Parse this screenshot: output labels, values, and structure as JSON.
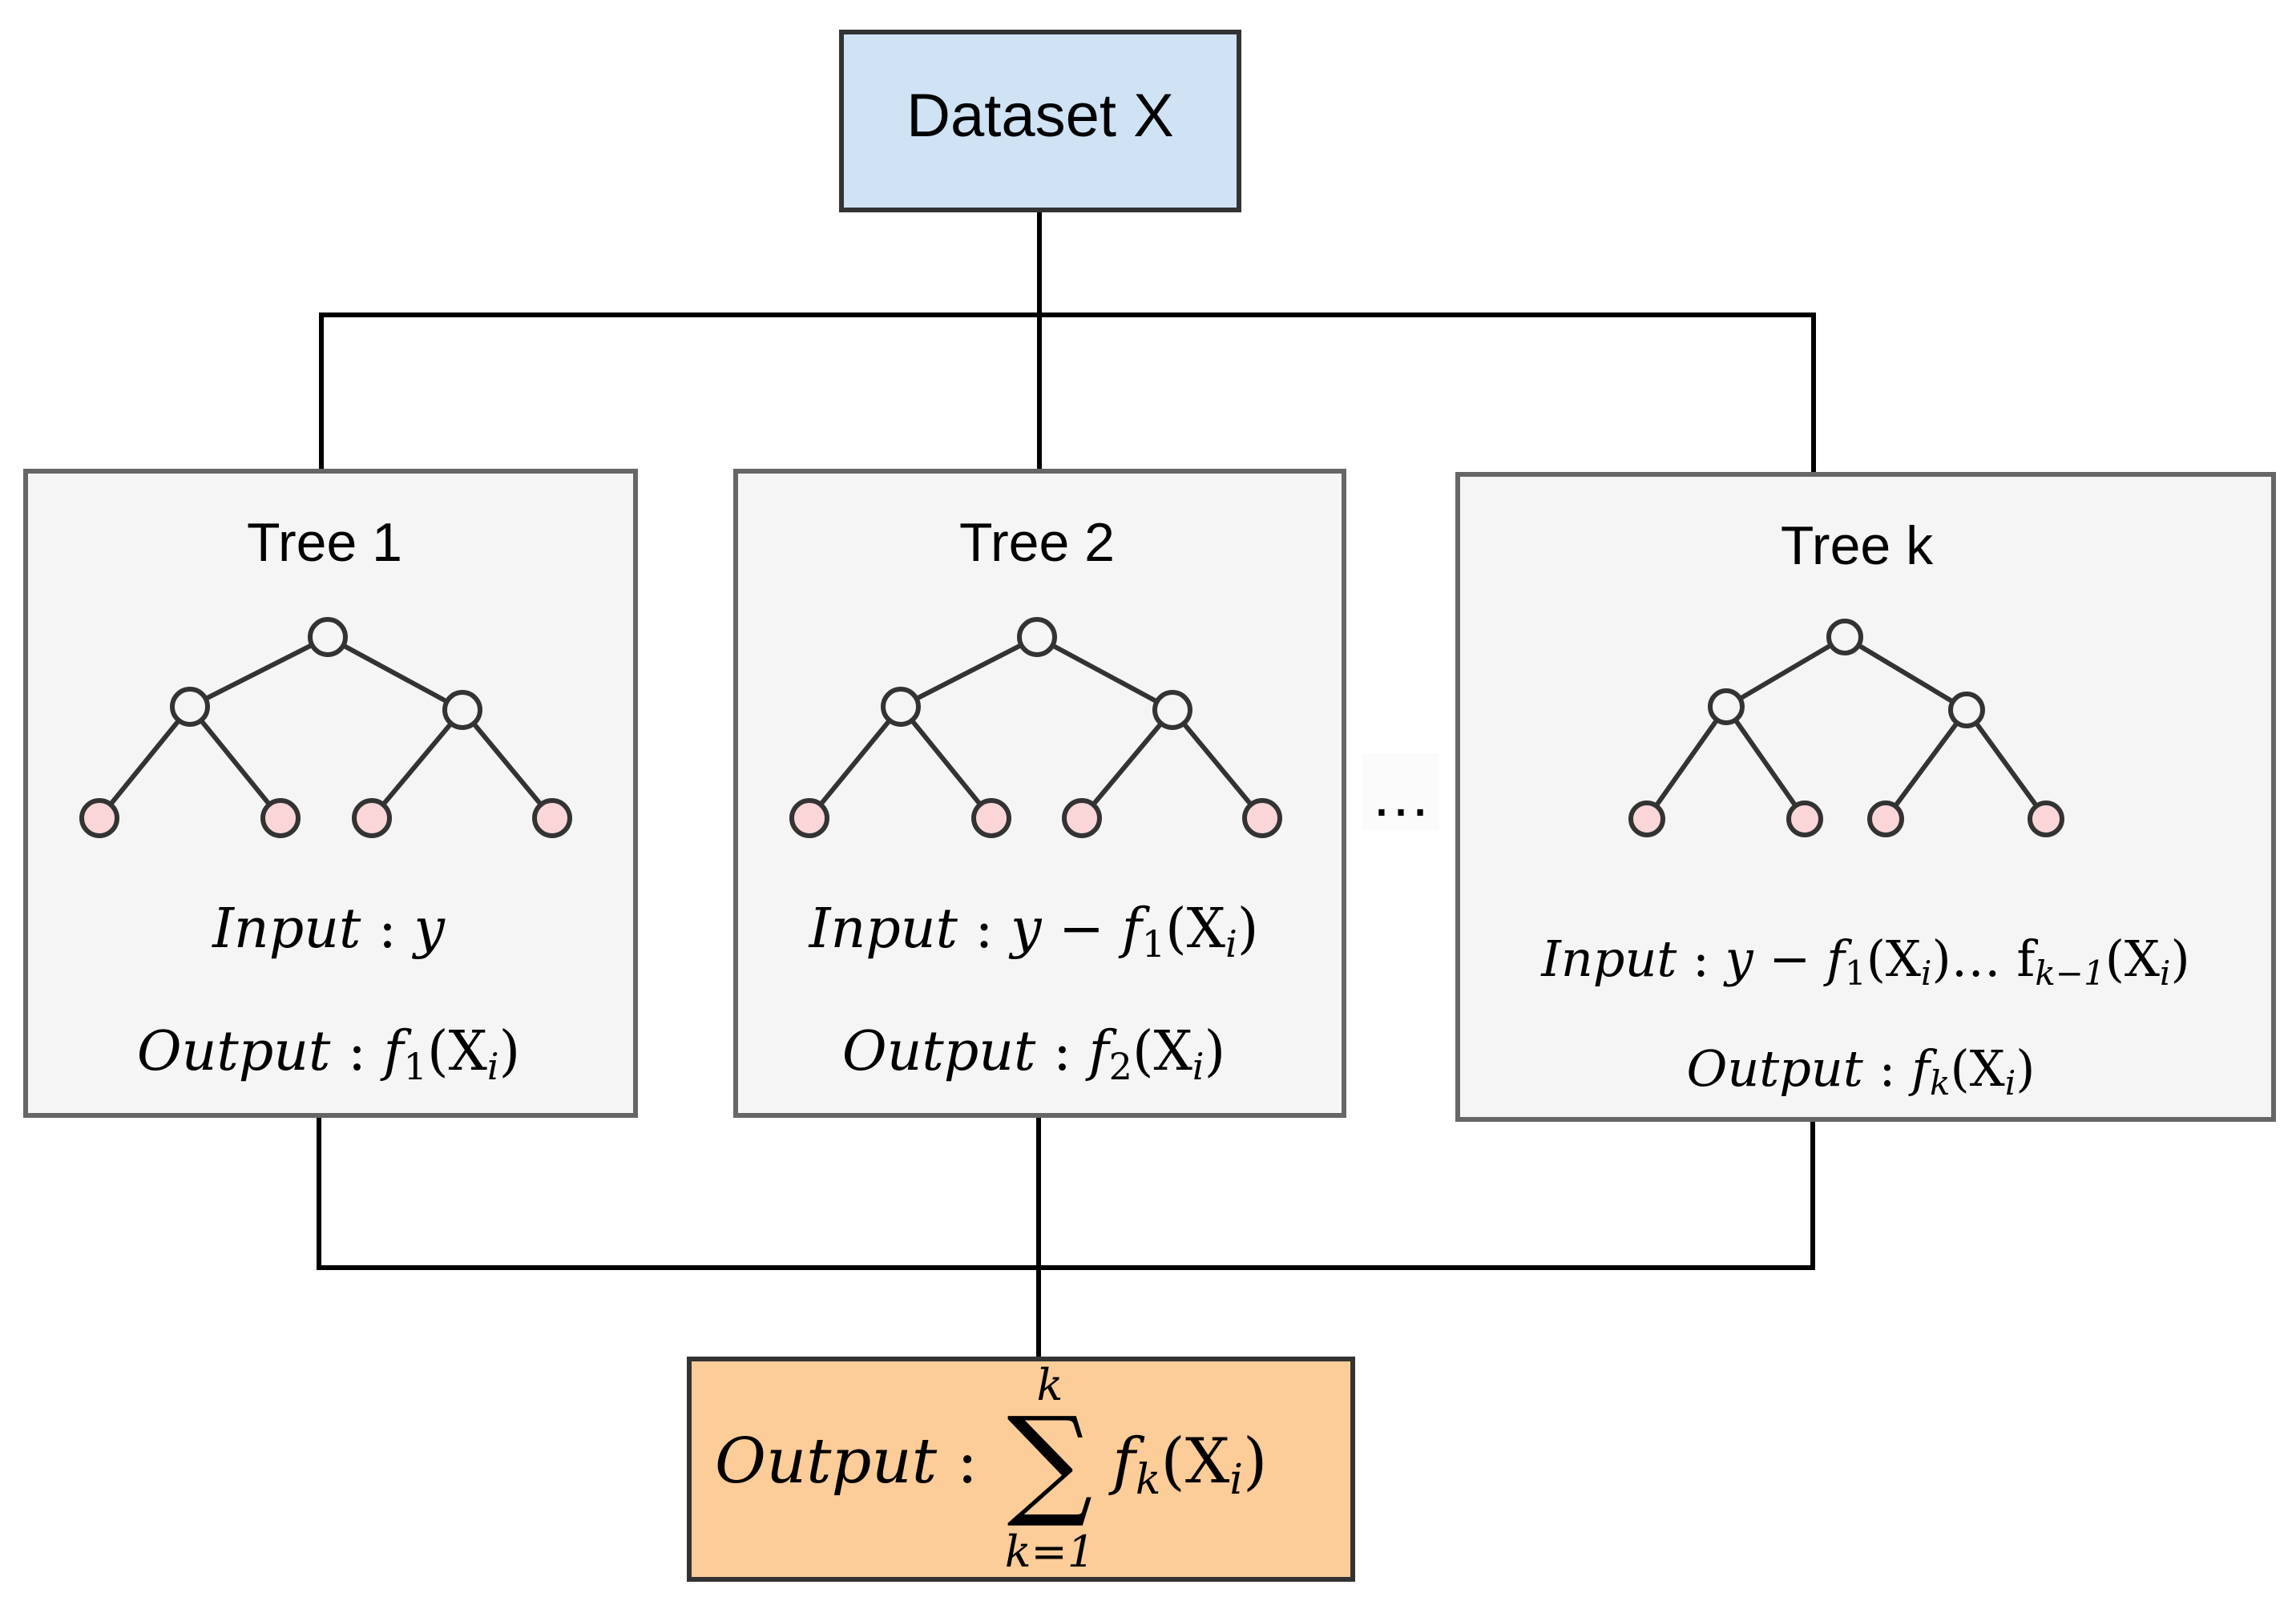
{
  "colors": {
    "dataset_fill": "#cfe3f5",
    "tree_box_fill": "#f5f5f5",
    "output_fill": "#fccc99",
    "border": "#333333",
    "tree_border": "#666666",
    "internal_node_fill": "#f5f5f5",
    "leaf_node_fill": "#fad6d9",
    "connector": "#000000"
  },
  "dataset": {
    "label": "Dataset X"
  },
  "trees": [
    {
      "title": "Tree 1",
      "input": {
        "label": "Input",
        "sep": " : ",
        "expr": "y"
      },
      "output": {
        "label": "Output",
        "sep": " : ",
        "f": "f",
        "sub": "1",
        "arg_open": "(X",
        "arg_sub": "i",
        "arg_close": ")"
      }
    },
    {
      "title": "Tree 2",
      "input": {
        "label": "Input",
        "sep": " : ",
        "expr_pre": "y − f",
        "expr_sub": "1",
        "expr_post_open": "(X",
        "expr_post_sub": "i",
        "expr_post_close": ")"
      },
      "output": {
        "label": "Output",
        "sep": " : ",
        "f": "f",
        "sub": "2",
        "arg_open": "(X",
        "arg_sub": "i",
        "arg_close": ")"
      }
    },
    {
      "title": "Tree k",
      "input": {
        "label": "Input",
        "sep": " : ",
        "expr_pre": "y − f",
        "expr_sub": "1",
        "expr_mid_open": "(X",
        "expr_mid_sub": "i",
        "expr_mid_close": ")… f",
        "expr_sub2": "k−1",
        "expr_post_open": "(X",
        "expr_post_sub": "i",
        "expr_post_close": ")"
      },
      "output": {
        "label": "Output",
        "sep": " : ",
        "f": "f",
        "sub": "k",
        "arg_open": "(X",
        "arg_sub": "i",
        "arg_close": ")"
      }
    }
  ],
  "ellipsis": "…",
  "final_output": {
    "label": "Output",
    "sep": " : ",
    "sigma": "∑",
    "upper": "k",
    "lower": "k=1",
    "f": "f",
    "sub": "k",
    "arg_open": "(X",
    "arg_sub": "i",
    "arg_close": ")"
  }
}
